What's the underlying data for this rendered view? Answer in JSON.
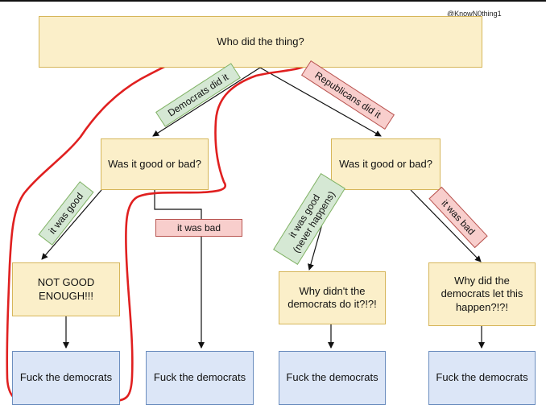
{
  "watermark": "@KnowN0thing1",
  "root": "Who did the thing?",
  "edges": {
    "democrats": "Democrats did it",
    "republicans": "Republicans did it",
    "dem_good": "it was good",
    "dem_bad": "it was bad",
    "rep_good_line1": "it was good",
    "rep_good_line2": "(never happens)",
    "rep_bad": "it was bad"
  },
  "nodes": {
    "dem_question": "Was it good or bad?",
    "rep_question": "Was it good or bad?",
    "not_good_line1": "NOT GOOD",
    "not_good_line2": "ENOUGH!!!",
    "why_didnt_line1": "Why didn't the",
    "why_didnt_line2": "democrats do it?!?!",
    "why_let_line1": "Why did the",
    "why_let_line2": "democrats let this",
    "why_let_line3": "happen?!?!"
  },
  "results": [
    "Fuck the democrats",
    "Fuck the democrats",
    "Fuck the democrats",
    "Fuck the democrats"
  ],
  "colors": {
    "question_fill": "#fbefc9",
    "result_fill": "#dce6f7",
    "label_green": "#d5e8d4",
    "label_red": "#f8cecc",
    "scribble": "#e02020"
  }
}
